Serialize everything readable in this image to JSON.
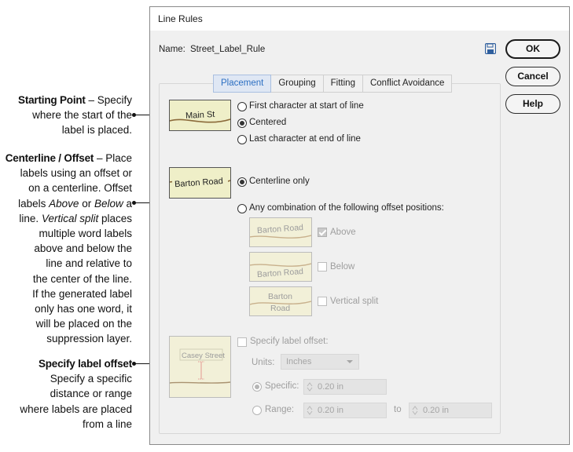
{
  "annotations": {
    "starting_point": {
      "title": "Starting Point",
      "text_1": " – Specify",
      "text_2": "where the start of the",
      "text_3": "label is placed."
    },
    "centerline_offset": {
      "title": "Centerline / Offset",
      "line_1": " – Place",
      "line_2": "labels using an offset or",
      "line_3": "on a centerline. Offset",
      "line_4a": "labels ",
      "line_4b": "Above",
      "line_4c": " or ",
      "line_4d": "Below",
      "line_4e": " a",
      "line_5": "line. ",
      "line_5i": "Vertical split",
      "line_5b": " places",
      "line_6": "multiple word labels",
      "line_7": "above and below the",
      "line_8": "line and relative to",
      "line_9": "the center of the line.",
      "line_10": "If the generated label",
      "line_11": "only has one word, it",
      "line_12": "will be placed on the",
      "line_13": "suppression layer."
    },
    "specify_offset": {
      "title": "Specify label offset",
      "line_1": "Specify a specific",
      "line_2": "distance or range",
      "line_3": "where labels are placed",
      "line_4": "from a line"
    }
  },
  "dialog": {
    "title": "Line Rules",
    "name_label": "Name:",
    "name_value": "Street_Label_Rule",
    "save_icon": "save-icon",
    "buttons": {
      "ok": "OK",
      "cancel": "Cancel",
      "help": "Help"
    },
    "tabs": [
      "Placement",
      "Grouping",
      "Fitting",
      "Conflict Avoidance"
    ],
    "active_tab": "Placement"
  },
  "placement": {
    "starting_point": {
      "thumb_label": "Main St",
      "options": [
        "First character at start of line",
        "Centered",
        "Last character at end of line"
      ],
      "selected": "Centered"
    },
    "centerline": {
      "thumb_label": "Barton Road",
      "centerline_only": "Centerline only",
      "any_combination": "Any combination of the following offset positions:",
      "selected": "Centerline only",
      "offset_positions": [
        {
          "label": "Above",
          "checked": true,
          "thumb_text": "Barton Road"
        },
        {
          "label": "Below",
          "checked": false,
          "thumb_text": "Barton Road"
        },
        {
          "label": "Vertical split",
          "checked": false,
          "thumb_line1": "Barton",
          "thumb_line2": "Road"
        }
      ]
    },
    "label_offset": {
      "thumb_label": "Casey Street",
      "checkbox_label": "Specify label offset:",
      "checked": false,
      "units_label": "Units:",
      "units_value": "Inches",
      "specific_label": "Specific:",
      "specific_value": "0.20 in",
      "range_label": "Range:",
      "range_from": "0.20 in",
      "range_to_label": "to",
      "range_to": "0.20 in",
      "selected": "Specific"
    }
  },
  "colors": {
    "thumb_fill": "#efefc8",
    "road_line": "#8b6a3a",
    "active_tab_text": "#2c6fc2",
    "save_icon": "#2f5f9e"
  }
}
